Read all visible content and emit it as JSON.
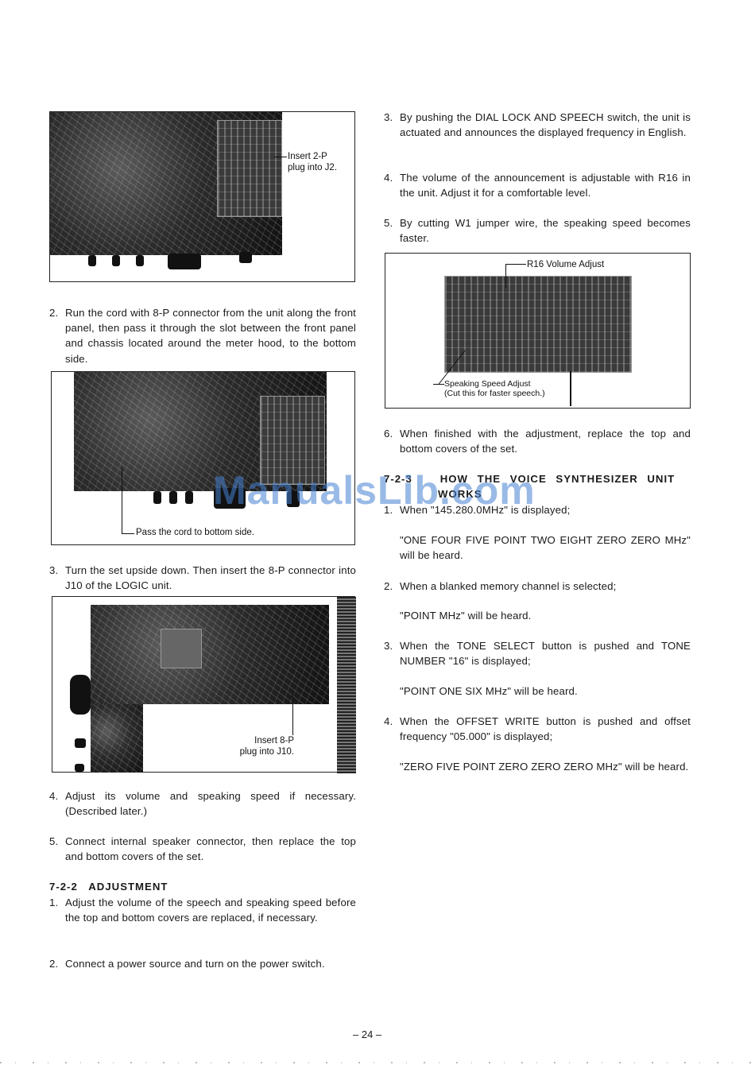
{
  "left": {
    "photo1": {
      "caption_line1": "Insert 2-P",
      "caption_line2": "plug into J2."
    },
    "step2": {
      "num": "2.",
      "text": "Run the cord with 8-P connector from the unit along the front panel, then pass it through the slot between the front panel and chassis located around the meter hood, to the bottom side."
    },
    "photo2": {
      "caption": "Pass the cord to bottom side."
    },
    "step3": {
      "num": "3.",
      "text": "Turn the set upside down. Then insert the 8-P connector into J10 of the LOGIC unit."
    },
    "photo3": {
      "caption_line1": "Insert 8-P",
      "caption_line2": "plug into J10."
    },
    "step4": {
      "num": "4.",
      "text": "Adjust its volume and speaking speed if necessary. (Described later.)"
    },
    "step5": {
      "num": "5.",
      "text": "Connect internal speaker connector, then replace the top and bottom covers of the set."
    },
    "section_heading": "7-2-2   ADJUSTMENT",
    "adj1": {
      "num": "1.",
      "text": "Adjust the volume of the speech and speaking speed before the top and bottom covers are replaced, if necessary."
    },
    "adj2": {
      "num": "2.",
      "text": "Connect a power source and turn on the power switch."
    }
  },
  "right": {
    "adj3": {
      "num": "3.",
      "text": "By pushing the DIAL LOCK AND SPEECH switch, the unit is actuated and announces the displayed frequency in English."
    },
    "adj4": {
      "num": "4.",
      "text": "The volume of the announcement is adjustable with R16 in the unit. Adjust it for a comfortable level."
    },
    "adj5": {
      "num": "5.",
      "text": "By cutting W1 jumper wire, the speaking speed becomes faster."
    },
    "photo4": {
      "caption_top": "R16 Volume Adjust",
      "caption_bottom_line1": "Speaking Speed Adjust",
      "caption_bottom_line2": "(Cut this for faster speech.)"
    },
    "adj6": {
      "num": "6.",
      "text": "When finished with the adjustment, replace the top and bottom covers of the set."
    },
    "section_line1": "7-2-3   HOW THE VOICE SYNTHESIZER UNIT",
    "section_line2": "WORKS",
    "w1": {
      "num": "1.",
      "text": "When \"145.280.0MHz\" is displayed;",
      "heard": "\"ONE FOUR FIVE POINT TWO EIGHT ZERO ZERO MHz\" will be heard."
    },
    "w2": {
      "num": "2.",
      "text": "When a blanked memory channel is selected;",
      "heard": "\"POINT MHz\" will be heard."
    },
    "w3": {
      "num": "3.",
      "text": "When the TONE SELECT button is pushed and TONE NUMBER \"16\" is displayed;",
      "heard": "\"POINT ONE SIX MHz\" will be heard."
    },
    "w4": {
      "num": "4.",
      "text": "When the OFFSET WRITE button is pushed and offset frequency \"05.000\" is displayed;",
      "heard": "\"ZERO FIVE POINT ZERO ZERO ZERO MHz\" will be heard."
    }
  },
  "watermark": "ManualsLib.com",
  "page_number": "– 24 –"
}
